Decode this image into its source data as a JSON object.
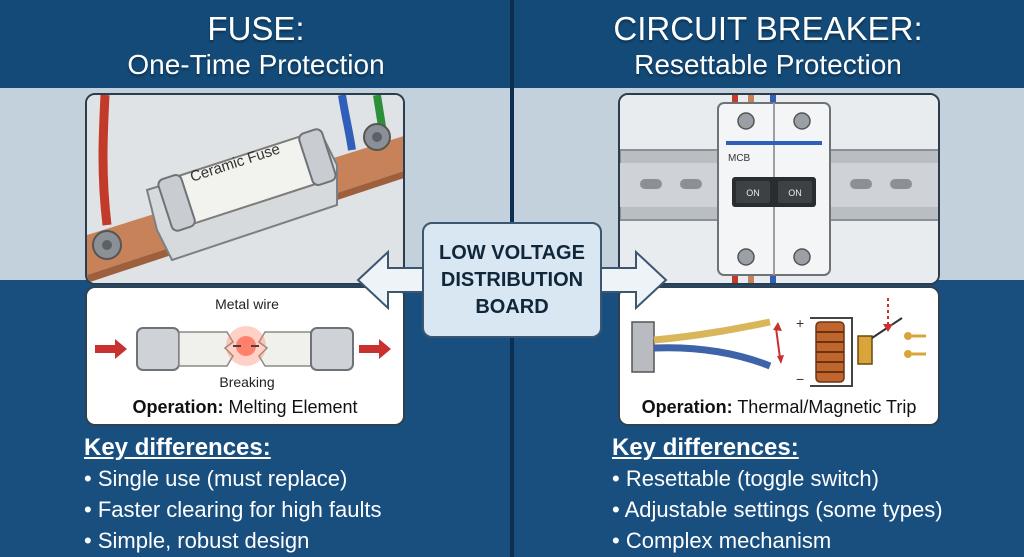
{
  "fuse": {
    "title": "FUSE:",
    "subtitle": "One-Time Protection",
    "photo_label": "Ceramic Fuse",
    "diagram": {
      "top_label": "Metal wire",
      "bottom_label": "Breaking"
    },
    "operation_label": "Operation:",
    "operation_value": "Melting Element",
    "key_heading": "Key differences:",
    "key_items": [
      "Single use (must replace)",
      "Faster clearing for high faults",
      "Simple, robust design"
    ]
  },
  "breaker": {
    "title": "CIRCUIT BREAKER:",
    "subtitle": "Resettable Protection",
    "photo_label": "MCB",
    "switch_labels": [
      "ON",
      "ON"
    ],
    "operation_label": "Operation:",
    "operation_value": "Thermal/Magnetic Trip",
    "key_heading": "Key differences:",
    "key_items": [
      "Resettable (toggle switch)",
      "Adjustable settings (some types)",
      "Complex mechanism"
    ]
  },
  "center": {
    "label": "LOW VOLTAGE DISTRIBUTION BOARD"
  },
  "colors": {
    "navy": "#174f7e",
    "light_band": "#c3d1dc",
    "arrow_red": "#c8312f",
    "copper": "#c8825a"
  },
  "icons": [
    "double-arrow-icon",
    "heat-burst-icon",
    "coil-icon",
    "bimetal-strip-icon"
  ]
}
